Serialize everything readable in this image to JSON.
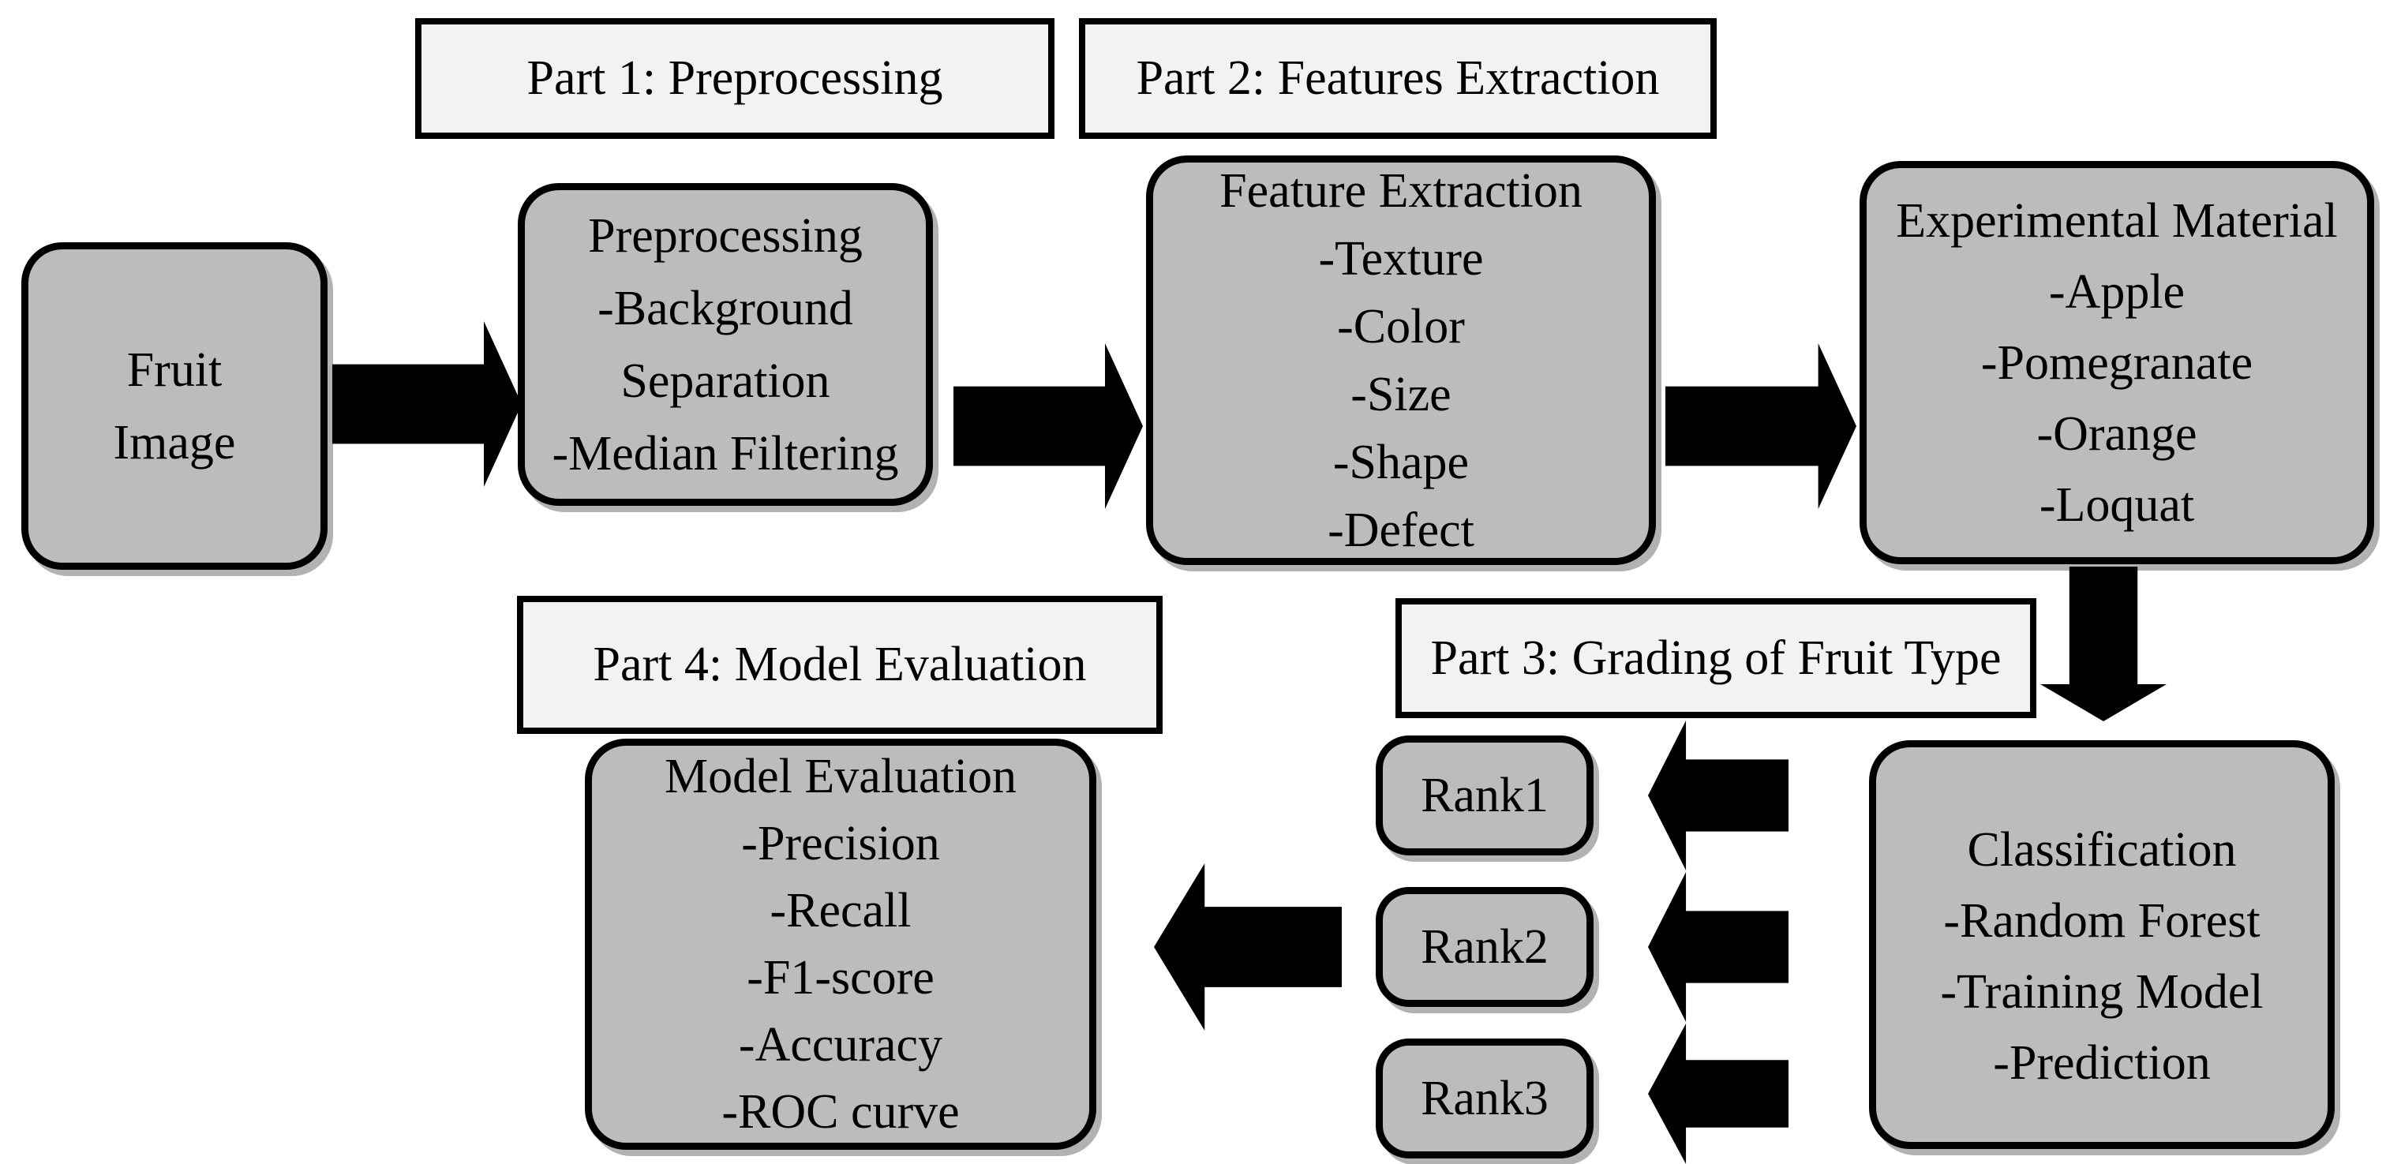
{
  "diagram": {
    "part_labels": {
      "part1": "Part 1: Preprocessing",
      "part2": "Part 2: Features Extraction",
      "part3": "Part 3: Grading of Fruit Type",
      "part4": "Part 4: Model Evaluation"
    },
    "nodes": {
      "fruit_image": {
        "lines": [
          "Fruit",
          "Image"
        ]
      },
      "preprocessing": {
        "lines": [
          "Preprocessing",
          "-Background",
          "Separation",
          "-Median Filtering"
        ]
      },
      "feature_extraction": {
        "lines": [
          "Feature Extraction",
          "-Texture",
          "-Color",
          "-Size",
          "-Shape",
          "-Defect"
        ]
      },
      "experimental_material": {
        "lines": [
          "Experimental Material",
          "-Apple",
          "-Pomegranate",
          "-Orange",
          "-Loquat"
        ]
      },
      "classification": {
        "lines": [
          "Classification",
          "-Random Forest",
          "-Training Model",
          "-Prediction"
        ]
      },
      "model_evaluation": {
        "lines": [
          "Model Evaluation",
          "-Precision",
          "-Recall",
          "-F1-score",
          "-Accuracy",
          "-ROC curve"
        ]
      },
      "ranks": [
        "Rank1",
        "Rank2",
        "Rank3"
      ]
    },
    "colors": {
      "node_fill": "#bcbcbc",
      "label_fill": "#f2f2f2",
      "border": "#000000",
      "arrow": "#000000",
      "background": "#ffffff"
    }
  }
}
